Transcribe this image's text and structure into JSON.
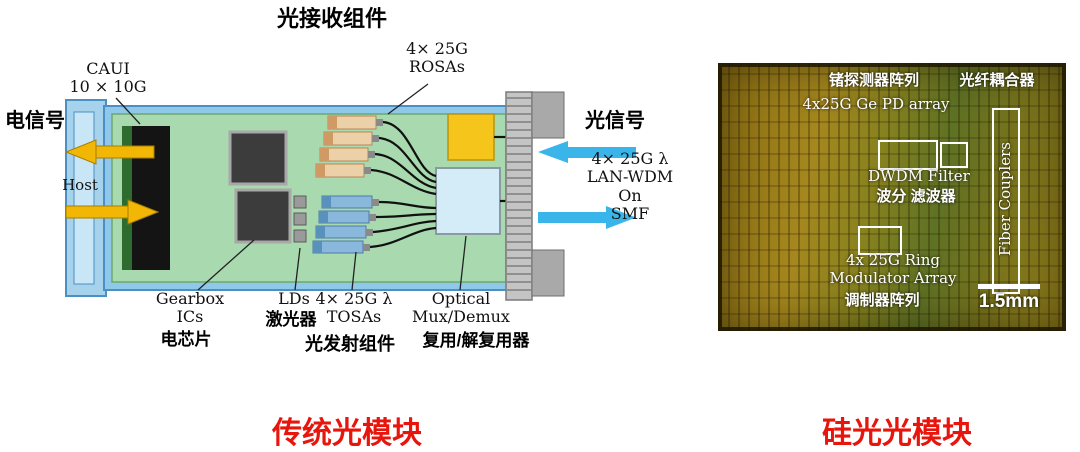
{
  "left": {
    "receiver_title": "光接收组件",
    "rosas": {
      "line1": "4× 25G",
      "line2": "ROSAs"
    },
    "caui": {
      "line1": "CAUI",
      "line2": "10 × 10G"
    },
    "electrical_signal": "电信号",
    "host": "Host",
    "optical_signal": "光信号",
    "wdm": {
      "line1": "4× 25G λ",
      "line2": "LAN-WDM",
      "line3": "On",
      "line4": "SMF"
    },
    "gearbox": {
      "line1": "Gearbox",
      "line2": "ICs",
      "cn": "电芯片"
    },
    "lds": {
      "en": "LDs",
      "cn": "激光器"
    },
    "tosas": {
      "line1": "4× 25G λ",
      "line2": "TOSAs",
      "cn": "光发射组件"
    },
    "mux": {
      "line1": "Optical",
      "line2": "Mux/Demux",
      "cn": "复用/解复用器"
    },
    "caption": "传统光模块"
  },
  "right": {
    "ge_pd_cn": "锗探测器阵列",
    "fiber_coupler_cn": "光纤耦合器",
    "ge_pd_en": "4x25G Ge PD array",
    "dwdm_en": "DWDM Filter",
    "dwdm_cn": "波分 滤波器",
    "fiber_couplers_en": "Fiber Couplers",
    "ring": {
      "line1": "4x 25G Ring",
      "line2": "Modulator Array",
      "cn": "调制器阵列"
    },
    "scale": "1.5mm",
    "caption": "硅光光模块"
  },
  "colors": {
    "caption_red": "#e8150d",
    "pcb_green": "#a9d9ae",
    "casing_blue": "#8fc8e8",
    "arrow_yellow": "#f2b705",
    "arrow_blue": "#3ab5e9",
    "rosa_tan": "#ecd0a8",
    "tosa_blue": "#8ab8dc",
    "laser_block_yellow": "#f6c51c",
    "chip_gold": "#8a6d12"
  }
}
